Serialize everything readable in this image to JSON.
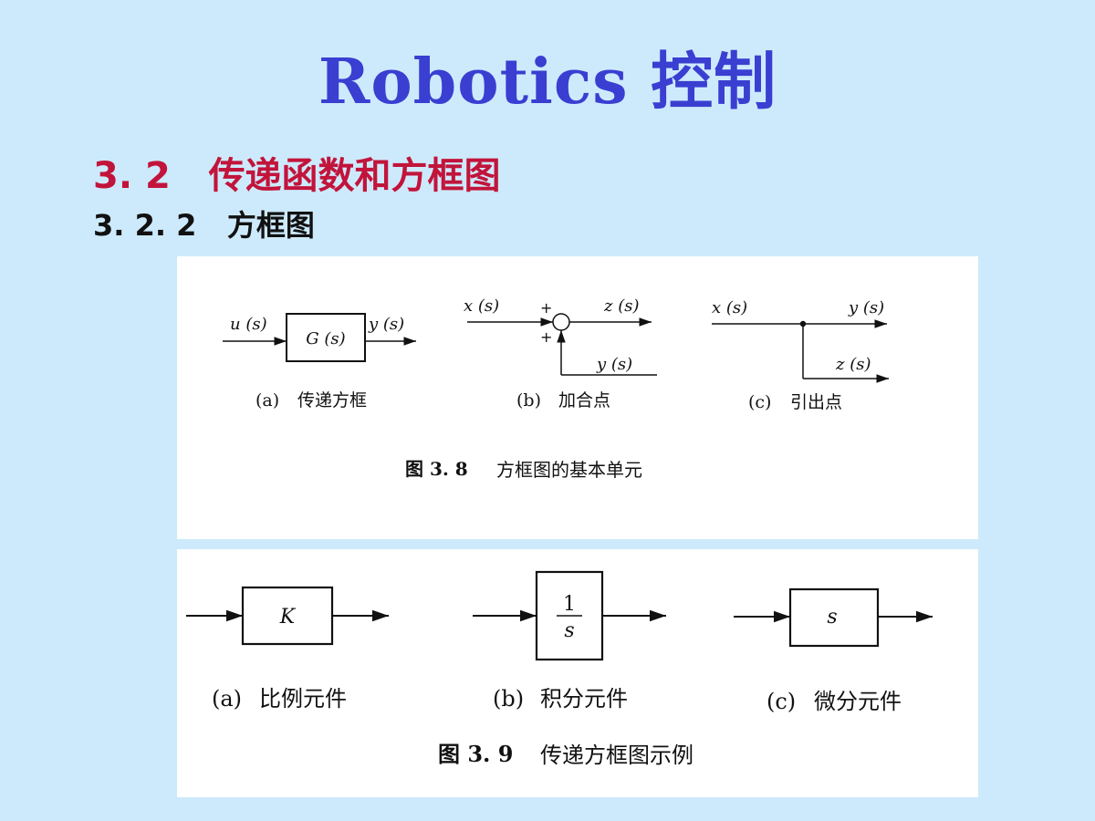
{
  "slide": {
    "title": "Robotics 控制",
    "section": "3. 2   传递函数和方框图",
    "subsection": "3. 2. 2   方框图"
  },
  "figure1": {
    "caption_num": "图 3. 8",
    "caption_text": "方框图的基本单元",
    "a": {
      "input": "u (s)",
      "block": "G (s)",
      "output": "y (s)",
      "label_letter": "(a)",
      "label_text": "传递方框"
    },
    "b": {
      "input": "x (s)",
      "output": "z (s)",
      "feed": "y (s)",
      "sign_top": "+",
      "sign_bottom": "+",
      "label_letter": "(b)",
      "label_text": "加合点"
    },
    "c": {
      "input": "x (s)",
      "output1": "y (s)",
      "output2": "z (s)",
      "label_letter": "(c)",
      "label_text": "引出点"
    }
  },
  "figure2": {
    "caption_num": "图 3. 9",
    "caption_text": "传递方框图示例",
    "a": {
      "block": "K",
      "label_letter": "(a)",
      "label_text": "比例元件"
    },
    "b": {
      "numerator": "1",
      "denominator": "s",
      "label_letter": "(b)",
      "label_text": "积分元件"
    },
    "c": {
      "block": "s",
      "label_letter": "(c)",
      "label_text": "微分元件"
    }
  }
}
